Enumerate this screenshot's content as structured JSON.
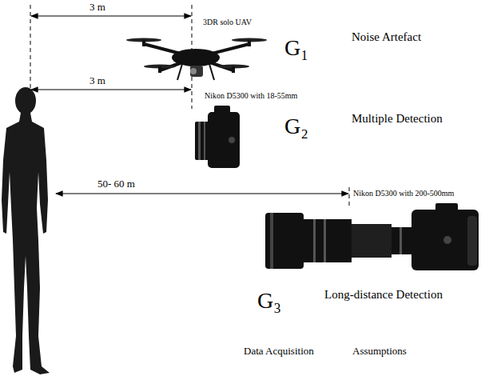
{
  "diagram": {
    "labels": [
      "3 m",
      "3DR solo UAV",
      "G₁",
      "Noise Artefact",
      "3 m",
      "Nikon D5300 with 18-55mm",
      "G₂",
      "Multiple Detection",
      "50- 60 m",
      "Nikon D5300 with 200-500mm",
      "G₃",
      "Long-distance Detection",
      "Data Acquisition",
      "Assumptions"
    ]
  }
}
